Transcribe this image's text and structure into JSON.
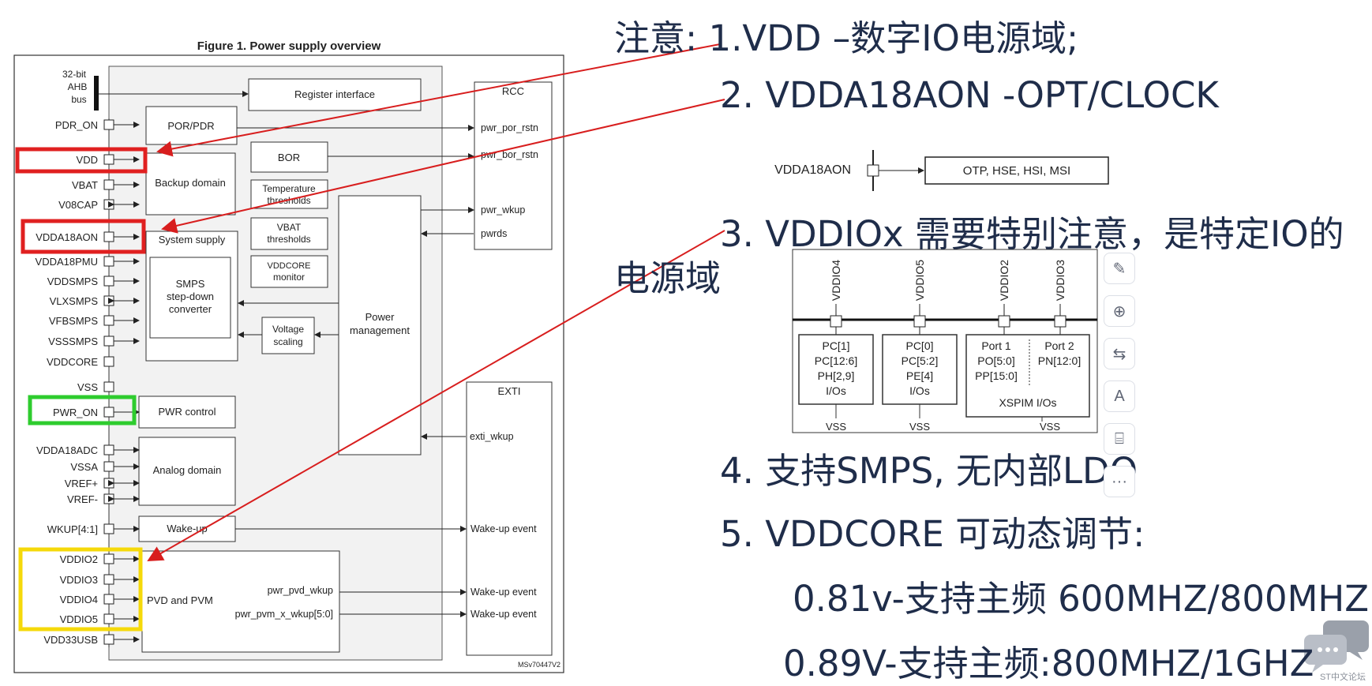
{
  "diagram": {
    "title": "Figure 1. Power supply overview",
    "code": "MSv70447V2",
    "bus_label": [
      "32-bit",
      "AHB",
      "bus"
    ],
    "pins": [
      "PDR_ON",
      "VDD",
      "VBAT",
      "V08CAP",
      "VDDA18AON",
      "VDDA18PMU",
      "VDDSMPS",
      "VLXSMPS",
      "VFBSMPS",
      "VSSSMPS",
      "VDDCORE",
      "VSS",
      "PWR_ON",
      "VDDA18ADC",
      "VSSA",
      "VREF+",
      "VREF-",
      "WKUP[4:1]",
      "VDDIO2",
      "VDDIO3",
      "VDDIO4",
      "VDDIO5",
      "VDD33USB"
    ],
    "blocks": {
      "register_interface": "Register interface",
      "por_pdr": "POR/PDR",
      "bor": "BOR",
      "backup_domain": "Backup domain",
      "temperature": [
        "Temperature",
        "thresholds"
      ],
      "vbat_thresholds": [
        "VBAT",
        "thresholds"
      ],
      "vddcore_monitor": [
        "VDDCORE",
        "monitor"
      ],
      "system_supply": "System supply",
      "smps": [
        "SMPS",
        "step-down",
        "converter"
      ],
      "voltage_scaling": [
        "Voltage",
        "scaling"
      ],
      "power_management": [
        "Power",
        "management"
      ],
      "pwr_control": "PWR control",
      "analog_domain": "Analog domain",
      "wakeup": "Wake-up",
      "pvd_pvm": "PVD and PVM",
      "rcc": "RCC",
      "exti": "EXTI"
    },
    "signals": {
      "pwr_por_rstn": "pwr_por_rstn",
      "pwr_bor_rstn": "pwr_bor_rstn",
      "pwr_wkup": "pwr_wkup",
      "pwrds": "pwrds",
      "exti_wkup": "exti_wkup",
      "wakeup_event": "Wake-up event",
      "pwr_pvd_wkup": "pwr_pvd_wkup",
      "pwr_pvm_x_wkup": "pwr_pvm_x_wkup[5:0]"
    }
  },
  "notes": {
    "n1": "注意: 1.VDD –数字IO电源域;",
    "n2": "2. VDDA18AON -OPT/CLOCK",
    "n3a": "3. VDDIOx 需要特别注意，是特定IO的",
    "n3b": "电源域",
    "n4": "4. 支持SMPS, 无内部LDO",
    "n5": "5. VDDCORE 可动态调节:",
    "n5a": "0.81v-支持主频 600MHZ/800MHZ",
    "n5b": "0.89V-支持主频:800MHZ/1GHZ"
  },
  "aon_inset": {
    "label": "VDDA18AON",
    "target": "OTP, HSE, HSI, MSI"
  },
  "io_inset": {
    "supplies": [
      "VDDIO4",
      "VDDIO5",
      "VDDIO2",
      "VDDIO3"
    ],
    "box1": [
      "PC[1]",
      "PC[12:6]",
      "PH[2,9]",
      "I/Os"
    ],
    "box2": [
      "PC[0]",
      "PC[5:2]",
      "PE[4]",
      "I/Os"
    ],
    "port1": [
      "Port 1",
      "PO[5:0]",
      "PP[15:0]"
    ],
    "port2": [
      "Port 2",
      "PN[12:0]"
    ],
    "xspim": "XSPIM I/Os",
    "vss": "VSS"
  },
  "toolbar": {
    "icons": [
      "annotate-icon",
      "zoom-in-icon",
      "translate-icon",
      "text-style-icon",
      "ocr-icon",
      "more-icon"
    ],
    "more": "···"
  },
  "watermark": "ST中文论坛",
  "colors": {
    "red": "#e02020",
    "green": "#2ecc2e",
    "yellow": "#f5d90a",
    "arrow": "#d81e1e",
    "text": "#1f2d4a"
  }
}
